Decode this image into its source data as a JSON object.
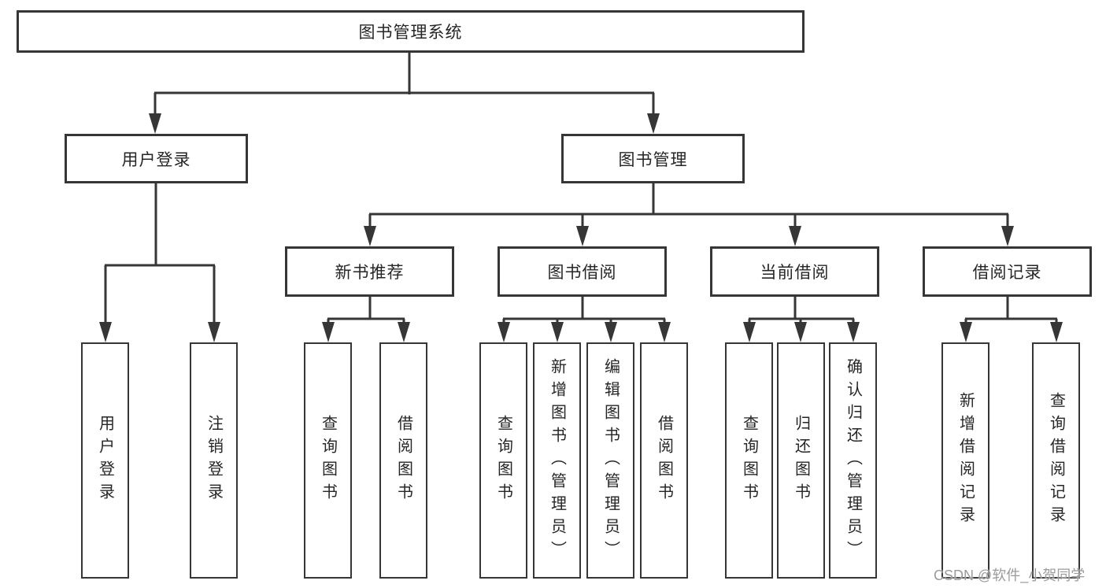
{
  "diagram": {
    "title": "图书管理系统",
    "type": "hierarchy-functional-structure",
    "colors": {
      "line": "#363636",
      "box_border": "#363636",
      "box_fill": "#ffffff",
      "text": "#262626",
      "background": "#ffffff",
      "watermark": "#9b9b9b"
    }
  },
  "tree": {
    "root": {
      "label": "图书管理系统"
    },
    "branches": [
      {
        "label": "用户登录",
        "leaves": [
          {
            "label": "用户登录"
          },
          {
            "label": "注销登录"
          }
        ]
      },
      {
        "label": "图书管理",
        "groups": [
          {
            "label": "新书推荐",
            "leaves": [
              {
                "label": "查询图书"
              },
              {
                "label": "借阅图书"
              }
            ]
          },
          {
            "label": "图书借阅",
            "leaves": [
              {
                "label": "查询图书"
              },
              {
                "label": "新增图书（管理员）"
              },
              {
                "label": "编辑图书（管理员）"
              },
              {
                "label": "借阅图书"
              }
            ]
          },
          {
            "label": "当前借阅",
            "leaves": [
              {
                "label": "查询图书"
              },
              {
                "label": "归还图书"
              },
              {
                "label": "确认归还（管理员）"
              }
            ]
          },
          {
            "label": "借阅记录",
            "leaves": [
              {
                "label": "新增借阅记录"
              },
              {
                "label": "查询借阅记录"
              }
            ]
          }
        ]
      }
    ]
  },
  "watermark": {
    "text": "CSDN @软件_小贺同学"
  }
}
